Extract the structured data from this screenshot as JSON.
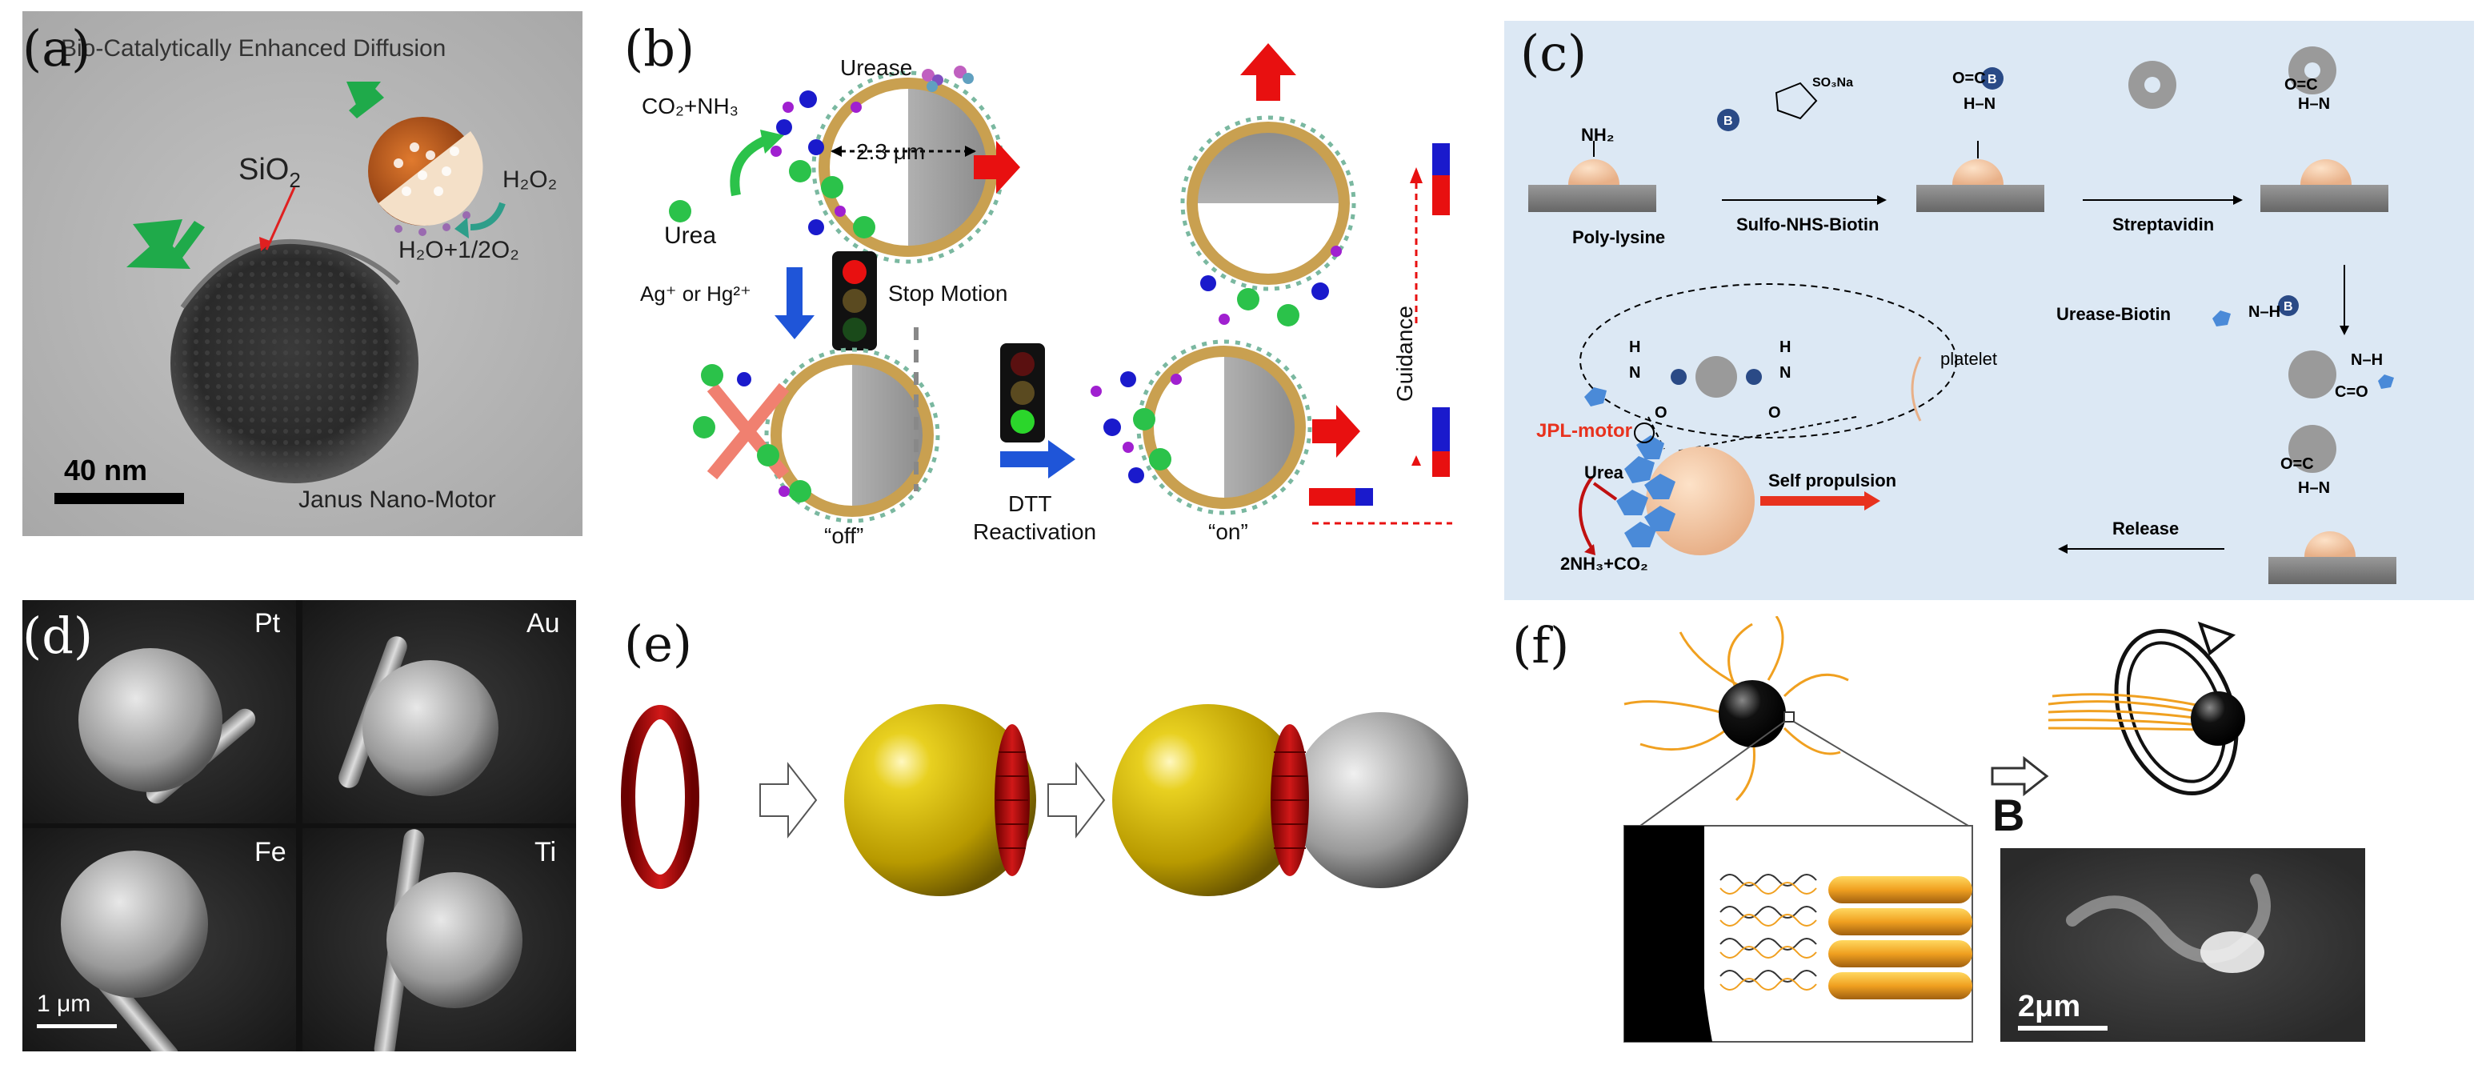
{
  "panel_a": {
    "label": "(a)",
    "title": "Bio-Catalytically Enhanced Diffusion",
    "sio2": "SiO",
    "sio2_sub": "2",
    "h2o2": "H₂O₂",
    "products": "H₂O+1/2O₂",
    "scale": "40 nm",
    "caption": "Janus  Nano-Motor"
  },
  "panel_b": {
    "label": "(b)",
    "urease": "Urease",
    "co2": "CO₂+NH₃",
    "size": "2.3 μm",
    "urea": "Urea",
    "inhibitor": "Ag⁺ or Hg²⁺",
    "stop": "Stop Motion",
    "dtt": "DTT",
    "reactivation": "Reactivation",
    "off": "“off”",
    "on": "“on”",
    "guidance": "Guidance"
  },
  "panel_c": {
    "label": "(c)",
    "nh2": "NH₂",
    "so3na": "SO₃Na",
    "polylysine": "Poly-lysine",
    "sulfo": "Sulfo-NHS-Biotin",
    "streptavidin": "Streptavidin",
    "urease_biotin": "Urease-Biotin",
    "platelet": "platelet",
    "jpl": "JPL-motor",
    "urea": "Urea",
    "products": "2NH₃+CO₂",
    "self_prop": "Self propulsion",
    "release": "Release",
    "b": "B",
    "h": "H",
    "n": "N",
    "o": "O",
    "hn": "H–N",
    "nh": "N–H",
    "co": "O=C",
    "oc": "C=O",
    "colors": {
      "background": "#dce8f4",
      "red": "#e8321e",
      "sphere": "#f2c8a0",
      "biotin": "#2a4a86"
    }
  },
  "panel_d": {
    "label": "(d)",
    "tiles": [
      "Pt",
      "Au",
      "Fe",
      "Ti"
    ],
    "scale": "1 μm"
  },
  "panel_e": {
    "label": "(e)",
    "colors": {
      "ring": "#b01010",
      "gold": "#d4b600",
      "silver": "#9a9a9a"
    }
  },
  "panel_f": {
    "label": "(f)",
    "field": "B",
    "scale": "2μm",
    "colors": {
      "flagella": "#f0a020"
    }
  }
}
